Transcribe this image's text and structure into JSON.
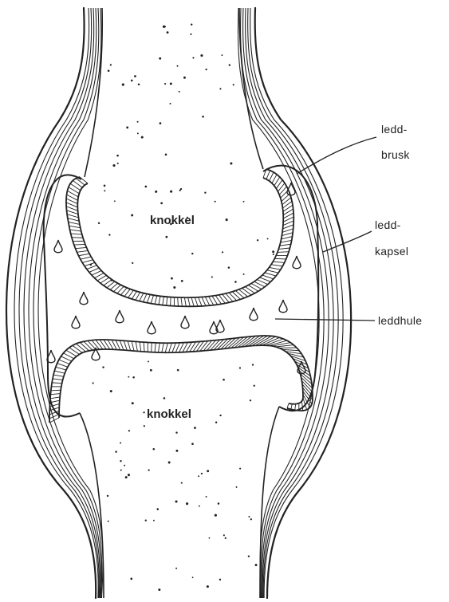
{
  "labels": {
    "upper_bone": "knokkel",
    "lower_bone": "knokkel",
    "cartilage_line1": "ledd-",
    "cartilage_line2": "brusk",
    "capsule_line1": "ledd-",
    "capsule_line2": "kapsel",
    "cavity": "leddhule"
  },
  "colors": {
    "ink": "#222222",
    "paper": "#ffffff"
  }
}
